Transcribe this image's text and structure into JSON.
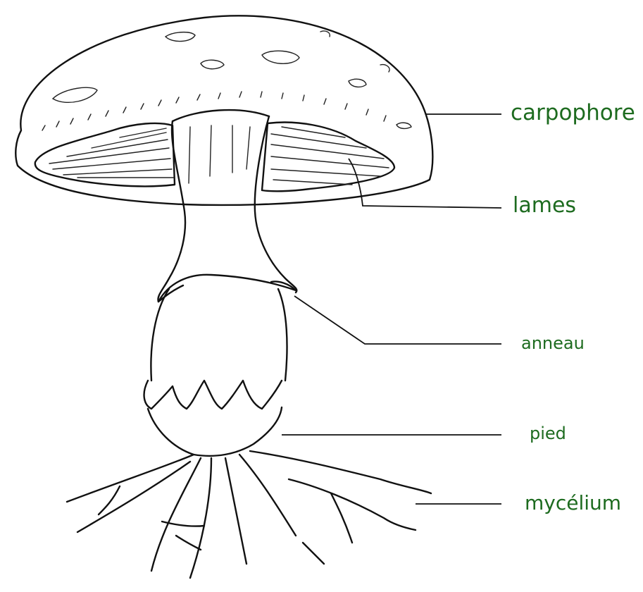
{
  "labels": {
    "cap": "carpophore",
    "gills": "lames",
    "ring": "anneau",
    "stem": "pied",
    "mycelium": "mycélium"
  },
  "colors": {
    "label": "#1d6b1f",
    "ink": "#111111"
  }
}
